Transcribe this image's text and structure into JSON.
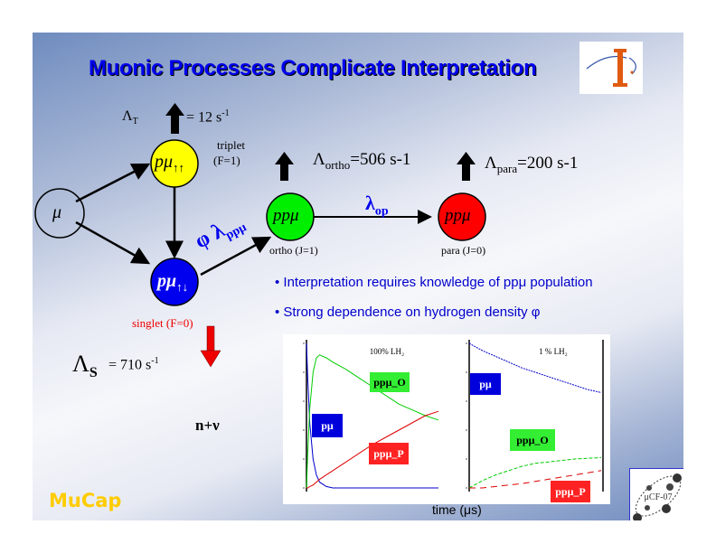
{
  "title": "Muonic Processes Complicate Interpretation",
  "diagram": {
    "muon_node": "μ",
    "triplet_node": "pμ",
    "triplet_sub": "↑↑",
    "triplet_label_1": "triplet",
    "triplet_label_2": "(F=1)",
    "lambda_T_symbol": "Λ",
    "lambda_T_sub": "T",
    "lambda_T_value": "= 12 s",
    "lambda_T_exp": "-1",
    "singlet_node": "pμ",
    "singlet_sub": "↑↓",
    "singlet_label": "singlet (F=0)",
    "lambda_S_symbol": "Λ",
    "lambda_S_sub": "S",
    "lambda_S_value": "= 710 s",
    "lambda_S_exp": "-1",
    "capture_product": "n+ν",
    "formation_rate": "φ λ",
    "formation_sub": "ppμ",
    "ortho_node": "ppμ",
    "ortho_label": "ortho (J=1)",
    "lambda_ortho_symbol": "Λ",
    "lambda_ortho_sub": "ortho",
    "lambda_ortho_value": "=506 s-1",
    "para_node": "ppμ",
    "para_label": "para (J=0)",
    "lambda_para_symbol": "Λ",
    "lambda_para_sub": "para",
    "lambda_para_value": "=200 s-1",
    "op_rate": "λ",
    "op_sub": "op"
  },
  "bullets": [
    "• Interpretation requires knowledge of ppμ population",
    "• Strong dependence on hydrogen density φ"
  ],
  "colors": {
    "triplet": "#ffff00",
    "singlet": "#0000ee",
    "ortho": "#00ee00",
    "para": "#ff0000",
    "title": "#0000ee",
    "mucap": "#ffcc00"
  },
  "xlabel": "time (μs)",
  "footer": {
    "brand": "MuCap",
    "conf_logo": "μCF-07"
  },
  "chart_data": [
    {
      "type": "line",
      "title": "100% LH₂",
      "xlabel": "time (μs)",
      "ylabel": "",
      "xlim": [
        0,
        20
      ],
      "ylim": [
        0,
        1
      ],
      "x": [
        0,
        0.2,
        0.5,
        1,
        1.5,
        2,
        3,
        4,
        6,
        8,
        10,
        12,
        14,
        16,
        18,
        20
      ],
      "series": [
        {
          "name": "pμ",
          "color": "#0000cc",
          "values": [
            1.0,
            0.75,
            0.45,
            0.2,
            0.09,
            0.04,
            0.01,
            0.0,
            0,
            0,
            0,
            0,
            0,
            0,
            0,
            0
          ]
        },
        {
          "name": "ppμ_O",
          "color": "#00cc00",
          "values": [
            0.0,
            0.25,
            0.55,
            0.8,
            0.9,
            0.92,
            0.9,
            0.87,
            0.82,
            0.76,
            0.7,
            0.64,
            0.58,
            0.54,
            0.5,
            0.47
          ]
        },
        {
          "name": "ppμ_P",
          "color": "#dd0000",
          "values": [
            0.0,
            0.0,
            0.01,
            0.02,
            0.04,
            0.06,
            0.09,
            0.12,
            0.18,
            0.24,
            0.3,
            0.35,
            0.4,
            0.45,
            0.5,
            0.53
          ]
        }
      ],
      "legend_labels": [
        "ppμ_O",
        "pμ",
        "ppμ_P"
      ]
    },
    {
      "type": "line",
      "title": "1 % LH₂",
      "xlabel": "time (μs)",
      "ylabel": "",
      "xlim": [
        0,
        20
      ],
      "ylim": [
        0,
        1
      ],
      "x": [
        0,
        2,
        4,
        6,
        8,
        10,
        12,
        14,
        16,
        18,
        20
      ],
      "series": [
        {
          "name": "pμ",
          "color": "#0000cc",
          "values": [
            1.0,
            0.95,
            0.91,
            0.87,
            0.83,
            0.8,
            0.77,
            0.74,
            0.71,
            0.68,
            0.66
          ]
        },
        {
          "name": "ppμ_O",
          "color": "#00cc00",
          "values": [
            0.0,
            0.05,
            0.09,
            0.12,
            0.15,
            0.17,
            0.18,
            0.19,
            0.2,
            0.205,
            0.21
          ]
        },
        {
          "name": "ppμ_P",
          "color": "#dd0000",
          "values": [
            0.0,
            0.0,
            0.01,
            0.02,
            0.03,
            0.045,
            0.06,
            0.075,
            0.09,
            0.105,
            0.12
          ]
        }
      ],
      "legend_labels": [
        "pμ",
        "ppμ_O",
        "ppμ_P"
      ]
    }
  ]
}
